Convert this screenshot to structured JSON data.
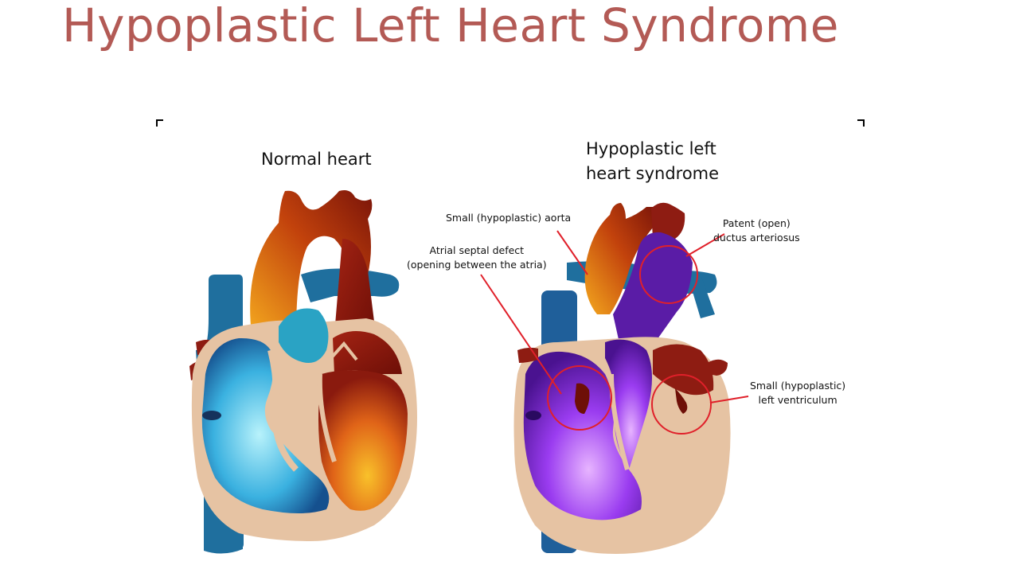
{
  "slide": {
    "title": "Hypoplastic Left Heart Syndrome",
    "title_color": "#b35a55"
  },
  "figure": {
    "normal_heading": "Normal heart",
    "hlhs_heading": [
      "Hypoplastic left",
      "heart syndrome"
    ],
    "annotations": {
      "aorta": "Small (hypoplastic) aorta",
      "asd": [
        "Atrial septal defect",
        "(opening between the atria)"
      ],
      "pda": [
        "Patent (open)",
        "ductus arteriosus"
      ],
      "lv": [
        "Small (hypoplastic)",
        "left ventriculum"
      ]
    },
    "colors": {
      "annotation_red": "#e0202a",
      "tissue": "#e6c3a3",
      "vessel_blue": "#1f6f9e",
      "oxygen_poor": "#38b8e2",
      "oxygen_rich": "#e07b1b",
      "dark_red": "#8e1c12",
      "mixed_purple": "#8b2fd6"
    }
  }
}
